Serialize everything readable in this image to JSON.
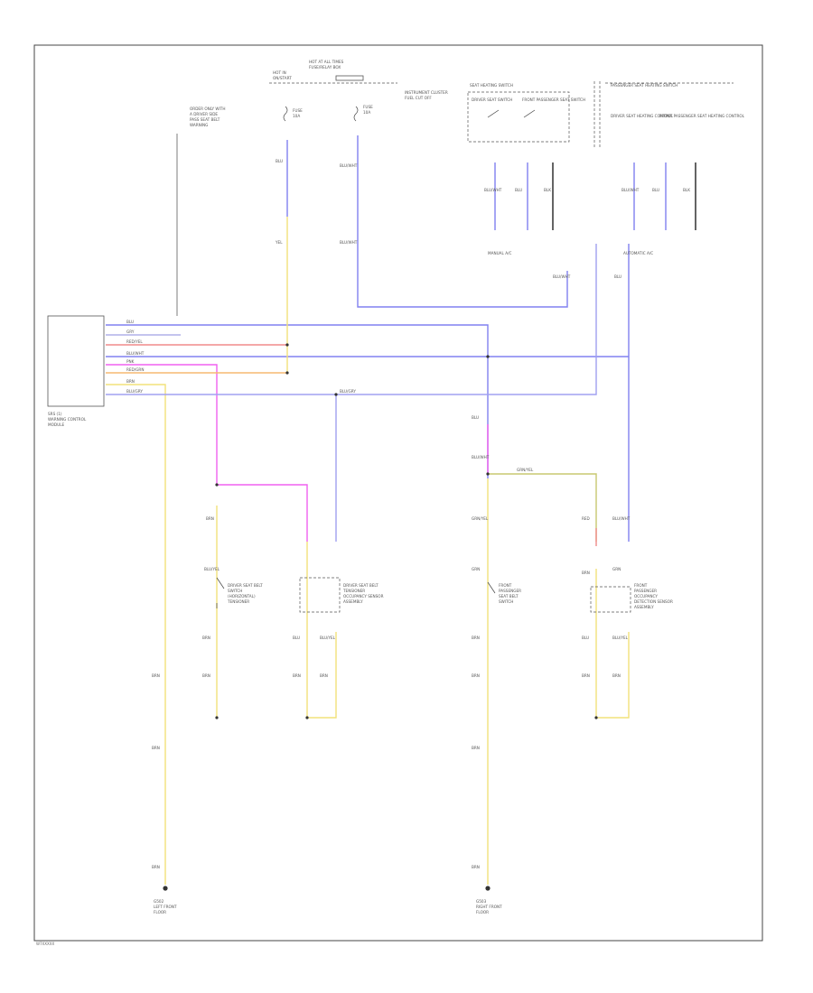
{
  "diagram": {
    "footer_code": "W7XXXXX",
    "wire_colors": {
      "blue": "#8080f0",
      "yellow": "#f2e27a",
      "red": "#f08a8a",
      "pink": "#f060f0",
      "orange": "#f5b870",
      "olive": "#c8c870",
      "lightblue": "#a0a0f0",
      "black": "#222222"
    },
    "components": {
      "control_module": [
        "SRS (1)",
        "WARNING CONTROL",
        "MODULE"
      ],
      "top_center": [
        "HOT AT ALL TIMES",
        "FUSE/RELAY BOX"
      ],
      "fuse_left": [
        "HOT IN",
        "ON/START"
      ],
      "fuse_right": [
        "FUSE",
        "10A"
      ],
      "instrument_cluster": [
        "INSTRUMENT CLUSTER",
        "FUEL CUT OFF"
      ],
      "left_note": [
        "ORDER ONLY WITH",
        "A DRIVER SIDE",
        "PASS SEAT BELT",
        "WARNING"
      ],
      "seat_panel_left": "SEAT HEATING SWITCH",
      "seat_panel_left_items": [
        "DRIVER SEAT SWITCH",
        "FRONT PASSENGER SEAT SWITCH"
      ],
      "seat_panel_right": "PASSENGER SEAT HEATING SWITCH",
      "seat_panel_right_items": [
        "DRIVER SEAT HEATING CONTROL",
        "FRONT PASSENGER SEAT HEATING CONTROL"
      ],
      "left_footer": "MANUAL A/C",
      "right_footer": "AUTOMATIC A/C",
      "switch_driver_buckle": [
        "DRIVER SEAT BELT",
        "SWITCH",
        "(HORIZONTAL)",
        "TENSIONER"
      ],
      "switch_driver_occupancy": [
        "DRIVER SEAT BELT",
        "TENSIONER",
        "OCCUPANCY SENSOR",
        "ASSEMBLY"
      ],
      "switch_pass_buckle": [
        "FRONT",
        "PASSENGER",
        "SEAT BELT",
        "SWITCH"
      ],
      "switch_pass_occupancy": [
        "FRONT",
        "PASSENGER",
        "OCCUPANCY",
        "DETECTION SENSOR",
        "ASSEMBLY"
      ],
      "ground_left": [
        "G502",
        "LEFT FRONT",
        "FLOOR"
      ],
      "ground_right": [
        "G503",
        "RIGHT FRONT",
        "FLOOR"
      ]
    },
    "wire_labels": {
      "m_blu": "BLU",
      "m_gry": "GRY",
      "m_red_yel": "RED/YEL",
      "m_blu_wht": "BLU/WHT",
      "m_pnk": "PNK",
      "m_red_grn": "RED/GRN",
      "m_brn": "BRN",
      "m_blu_gry": "BLU/GRY",
      "blu_gry_mid": "BLU/GRY",
      "grn_yel": "GRN/YEL",
      "brn": "BRN",
      "grn": "GRN",
      "blk": "BLK",
      "blu": "BLU",
      "yel": "YEL",
      "red": "RED",
      "blu_yel": "BLU/YEL",
      "blu_wht": "BLU/WHT"
    }
  }
}
